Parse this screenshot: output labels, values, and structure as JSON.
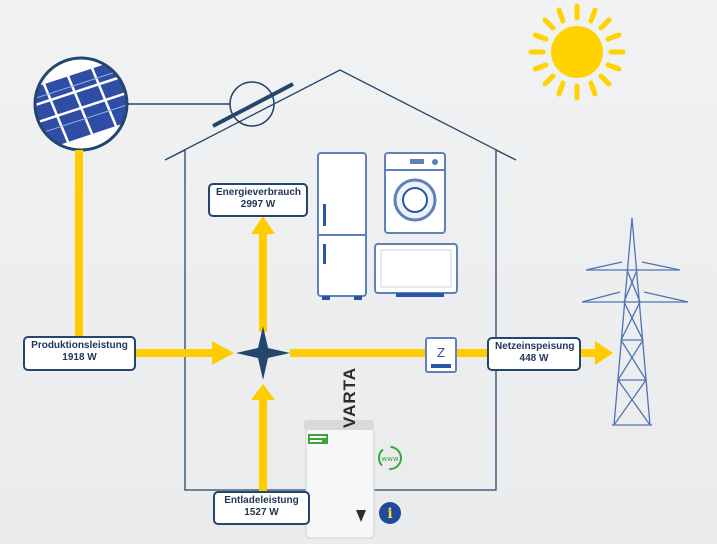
{
  "labels": {
    "energieverbrauch": {
      "title": "Energieverbrauch",
      "value": "2997 W"
    },
    "produktionsleistung": {
      "title": "Produktionsleistung",
      "value": "1918 W"
    },
    "netzeinspeisung": {
      "title": "Netzeinspeisung",
      "value": "448 W"
    },
    "entladeleistung": {
      "title": "Entladeleistung",
      "value": "1527 W"
    }
  },
  "battery": {
    "brand": "VARTA",
    "web_badge": "www",
    "info_glyph": "i"
  },
  "meter": {
    "glyph": "Z"
  },
  "icons": [
    "sun-icon",
    "solar-panel-icon",
    "house-icon",
    "fridge-icon",
    "washing-machine-icon",
    "tv-icon",
    "power-pylon-icon",
    "battery-icon",
    "meter-icon",
    "junction-star-icon",
    "info-icon",
    "web-badge-icon"
  ],
  "colors": {
    "flow": "#ffcc00",
    "line": "#24466c",
    "sun": "#ffd200",
    "panel": "#2f4da5",
    "appliance": "#5f80b8",
    "info": "#1f4aa0"
  }
}
